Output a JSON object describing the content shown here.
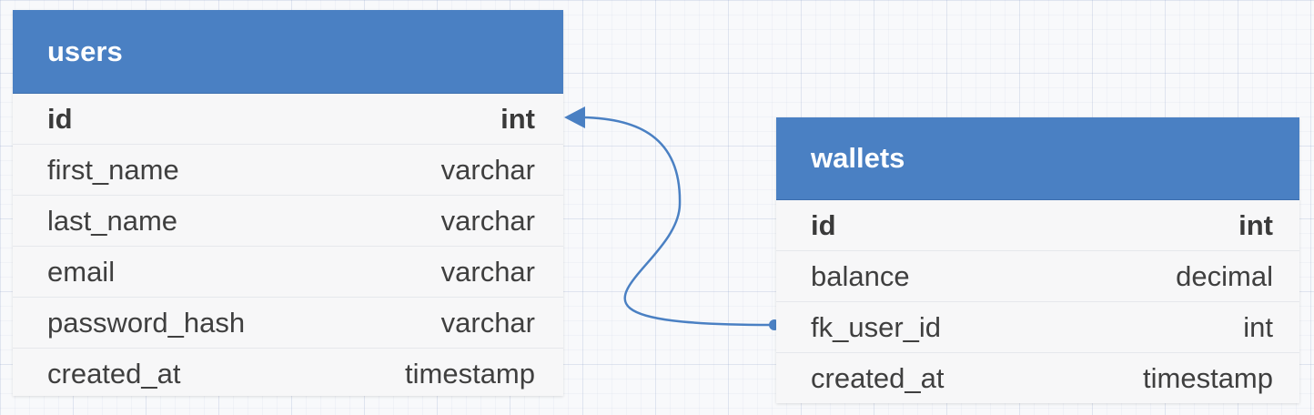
{
  "tables": {
    "users": {
      "name": "users",
      "columns": [
        {
          "name": "id",
          "type": "int",
          "primary_key": true
        },
        {
          "name": "first_name",
          "type": "varchar",
          "primary_key": false
        },
        {
          "name": "last_name",
          "type": "varchar",
          "primary_key": false
        },
        {
          "name": "email",
          "type": "varchar",
          "primary_key": false
        },
        {
          "name": "password_hash",
          "type": "varchar",
          "primary_key": false
        },
        {
          "name": "created_at",
          "type": "timestamp",
          "primary_key": false
        }
      ]
    },
    "wallets": {
      "name": "wallets",
      "columns": [
        {
          "name": "id",
          "type": "int",
          "primary_key": true
        },
        {
          "name": "balance",
          "type": "decimal",
          "primary_key": false
        },
        {
          "name": "fk_user_id",
          "type": "int",
          "primary_key": false
        },
        {
          "name": "created_at",
          "type": "timestamp",
          "primary_key": false
        }
      ]
    }
  },
  "relations": [
    {
      "from_table": "wallets",
      "from_column": "fk_user_id",
      "to_table": "users",
      "to_column": "id",
      "start_marker": "dot-icon",
      "end_marker": "arrow-icon"
    }
  ],
  "colors": {
    "header": "#4a80c3",
    "header_text": "#ffffff",
    "row_text": "#3f3f3f",
    "relation_line": "#4a80c3",
    "canvas": "#f8f9fb"
  }
}
